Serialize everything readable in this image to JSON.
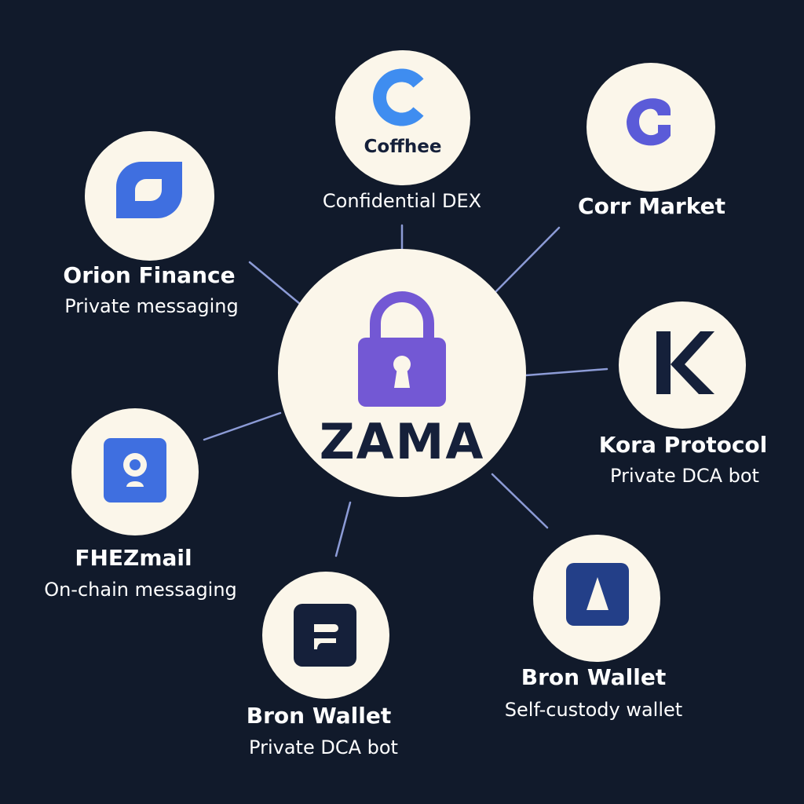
{
  "colors": {
    "background": "#111a2b",
    "circle": "#fbf6ea",
    "connector": "#8c9bd6",
    "lock": "#7358d4",
    "navy": "#15203a",
    "blue": "#3f6fe0"
  },
  "center": {
    "title": "ZAMA",
    "icon": "lock-icon"
  },
  "nodes": {
    "coffhee": {
      "name": "Coffhee",
      "desc": "Confidential DEX",
      "icon": "c-logo-icon"
    },
    "cort": {
      "name": "Corr Market",
      "icon": "c-logo-icon"
    },
    "orion": {
      "name": "Orion Finance",
      "desc": "Private messaging",
      "icon": "leaf-square-icon"
    },
    "kora": {
      "name": "Kora Protocol",
      "desc": "Private DCA bot",
      "icon": "k-letter-icon"
    },
    "fhezmail": {
      "name": "FHEZmail",
      "desc": "On-chain messaging",
      "icon": "user-badge-icon"
    },
    "bron_left": {
      "name": "Bron Wallet",
      "desc": "Private DCA bot",
      "icon": "b-square-icon"
    },
    "bron_right": {
      "name": "Bron Wallet",
      "desc": "Self-custody wallet",
      "icon": "triangle-square-icon"
    }
  }
}
